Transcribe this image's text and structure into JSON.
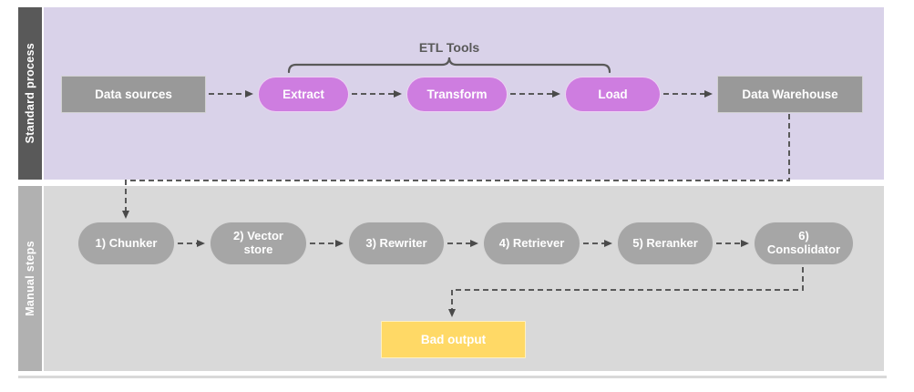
{
  "lanes": [
    {
      "label": "Standard process"
    },
    {
      "label": "Manual steps"
    }
  ],
  "etl_group": {
    "label": "ETL Tools"
  },
  "nodes": {
    "data_sources": {
      "label": "Data sources"
    },
    "extract": {
      "label": "Extract"
    },
    "transform": {
      "label": "Transform"
    },
    "load": {
      "label": "Load"
    },
    "data_warehouse": {
      "label": "Data Warehouse"
    },
    "chunker": {
      "label": "1) Chunker"
    },
    "vector_store": {
      "label": "2) Vector store"
    },
    "rewriter": {
      "label": "3) Rewriter"
    },
    "retriever": {
      "label": "4) Retriever"
    },
    "reranker": {
      "label": "5) Reranker"
    },
    "consolidator": {
      "label": "6) Consolidator"
    },
    "bad_output": {
      "label": "Bad output"
    }
  },
  "colors": {
    "lane_standard_bg": "#d9d2e9",
    "lane_standard_strip": "#595959",
    "lane_manual_bg": "#d9d9d9",
    "lane_manual_strip": "#b1b1b1",
    "gray_box": "#999999",
    "purple_pill": "#ce7de0",
    "gray_pill": "#a6a6a6",
    "output_box": "#ffd966",
    "connector": "#595959",
    "arrowhead": "#4a4a4a",
    "node_text": "#ffffff"
  }
}
